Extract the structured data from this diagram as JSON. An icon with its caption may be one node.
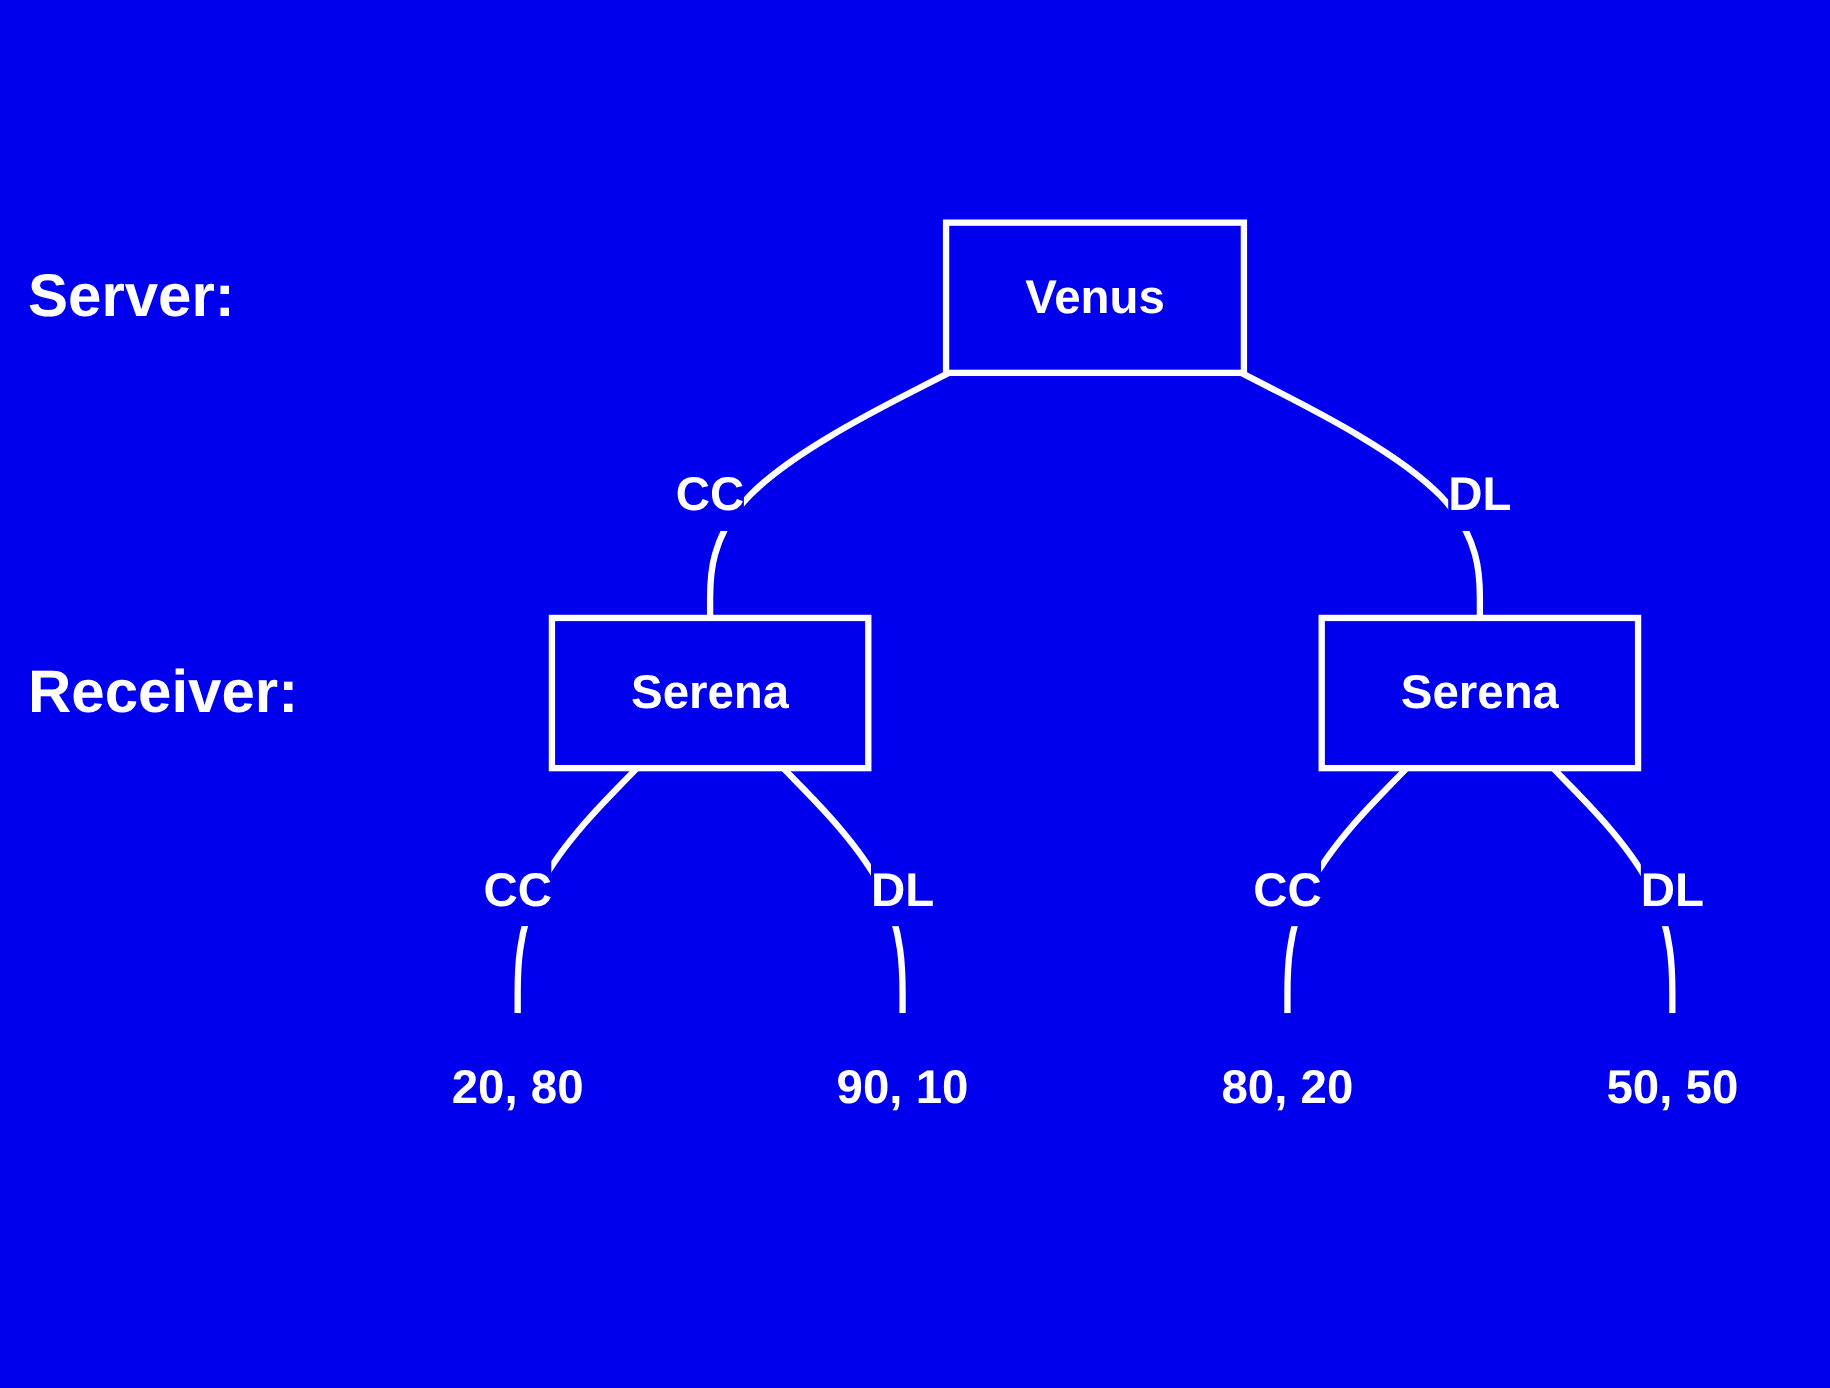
{
  "diagram": {
    "nodes": [
      {
        "text": [
          "Venus"
        ]
      },
      {
        "text": [
          "Serena"
        ]
      },
      {
        "text": [
          "Serena"
        ]
      },
      {
        "text": [
          "20, 80"
        ]
      },
      {
        "text": [
          "90, 10"
        ]
      },
      {
        "text": [
          "80, 20"
        ]
      },
      {
        "text": [
          "50, 50"
        ]
      }
    ],
    "edges": [
      {
        "from": 0,
        "to": 1,
        "arrow": "none",
        "label": "CC"
      },
      {
        "from": 0,
        "to": 2,
        "arrow": "none",
        "label": "DL"
      },
      {
        "from": 1,
        "to": 3,
        "arrow": "none",
        "label": "CC"
      },
      {
        "from": 1,
        "to": 4,
        "arrow": "none",
        "label": "DL"
      },
      {
        "from": 2,
        "to": 5,
        "arrow": "none",
        "label": "CC"
      },
      {
        "from": 2,
        "to": 6,
        "arrow": "none",
        "label": "DL"
      }
    ],
    "labels": [
      "Server:",
      "Receiver:"
    ]
  }
}
